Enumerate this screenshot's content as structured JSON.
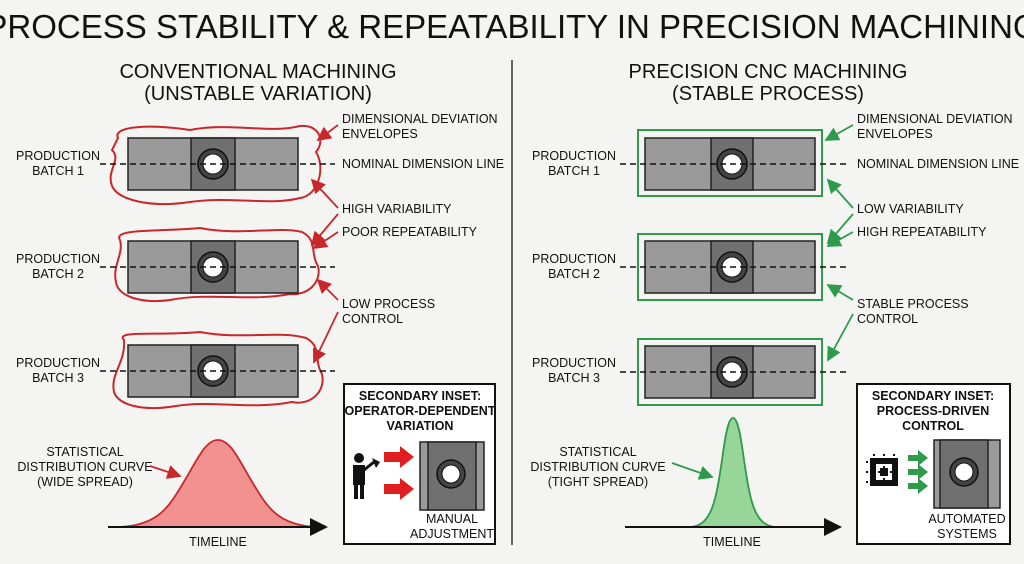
{
  "title": "PROCESS STABILITY & REPEATABILITY IN PRECISION MACHINING",
  "colors": {
    "unstable": "#c8282c",
    "stable": "#2e9a4a",
    "part": "#9a9a9a",
    "part_dark": "#707070"
  },
  "left": {
    "heading": "CONVENTIONAL MACHINING",
    "subheading": "(UNSTABLE VARIATION)",
    "batches": [
      {
        "line1": "PRODUCTION",
        "line2": "BATCH 1"
      },
      {
        "line1": "PRODUCTION",
        "line2": "BATCH 2"
      },
      {
        "line1": "PRODUCTION",
        "line2": "BATCH 3"
      }
    ],
    "annotations": {
      "envelopes_1": "DIMENSIONAL DEVIATION",
      "envelopes_2": "ENVELOPES",
      "nominal": "NOMINAL DIMENSION LINE",
      "variability": "HIGH VARIABILITY",
      "repeatability": "POOR REPEATABILITY",
      "control_1": "LOW PROCESS",
      "control_2": "CONTROL"
    },
    "curve": {
      "line1": "STATISTICAL",
      "line2": "DISTRIBUTION CURVE",
      "line3": "(WIDE SPREAD)",
      "axis": "TIMELINE"
    },
    "inset": {
      "title_1": "SECONDARY INSET:",
      "title_2": "OPERATOR-DEPENDENT",
      "title_3": "VARIATION",
      "caption_1": "MANUAL",
      "caption_2": "ADJUSTMENT",
      "icon": "operator-with-wrench-icon"
    }
  },
  "right": {
    "heading": "PRECISION CNC MACHINING",
    "subheading": "(STABLE PROCESS)",
    "batches": [
      {
        "line1": "PRODUCTION",
        "line2": "BATCH 1"
      },
      {
        "line1": "PRODUCTION",
        "line2": "BATCH 2"
      },
      {
        "line1": "PRODUCTION",
        "line2": "BATCH 3"
      }
    ],
    "annotations": {
      "envelopes_1": "DIMENSIONAL DEVIATION",
      "envelopes_2": "ENVELOPES",
      "nominal": "NOMINAL DIMENSION LINE",
      "variability": "LOW VARIABILITY",
      "repeatability": "HIGH REPEATABILITY",
      "control_1": "STABLE PROCESS",
      "control_2": "CONTROL"
    },
    "curve": {
      "line1": "STATISTICAL",
      "line2": "DISTRIBUTION CURVE",
      "line3": "(TIGHT SPREAD)",
      "axis": "TIMELINE"
    },
    "inset": {
      "title_1": "SECONDARY INSET:",
      "title_2": "PROCESS-DRIVEN",
      "title_3": "CONTROL",
      "caption_1": "AUTOMATED",
      "caption_2": "SYSTEMS",
      "icon": "cpu-chip-icon"
    }
  }
}
